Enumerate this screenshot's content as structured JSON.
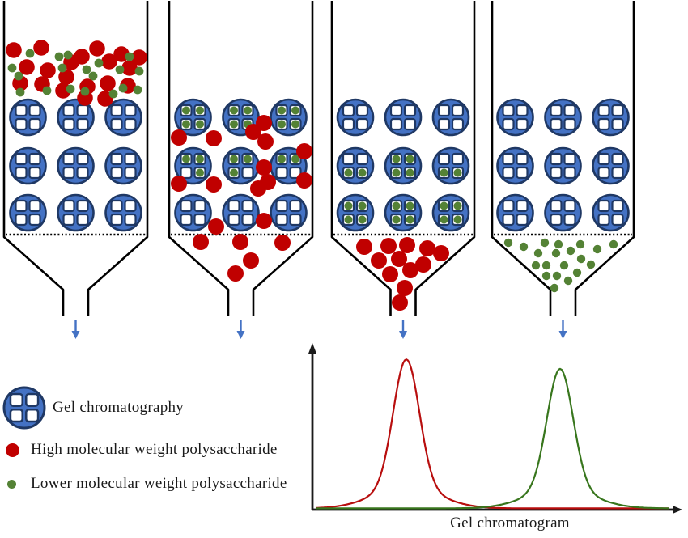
{
  "colors": {
    "red_particle": "#C00000",
    "green_particle": "#548235",
    "bead_fill": "#4472C4",
    "bead_border": "#1F3864",
    "bead_window_fill": "#FFFFFF",
    "wall_line": "#000000",
    "flow_arrow": "#4472C4",
    "axis_line": "#1A1A1A"
  },
  "legend": {
    "items": [
      {
        "icon": "gel-bead-icon",
        "label": "Gel chromatography"
      },
      {
        "icon": "red-particle-icon",
        "label": "High molecular weight polysaccharide"
      },
      {
        "icon": "green-particle-icon",
        "label": "Lower molecular weight polysaccharide"
      }
    ]
  },
  "columns": [
    {
      "stage": 1,
      "x_left": 5,
      "x_right": 182,
      "top_mixture": {
        "red": [
          [
            17,
            62
          ],
          [
            51,
            59
          ],
          [
            120,
            60
          ],
          [
            150,
            67
          ],
          [
            101,
            70
          ],
          [
            88,
            77
          ],
          [
            33,
            83
          ],
          [
            59,
            87
          ],
          [
            135,
            76
          ],
          [
            160,
            84
          ],
          [
            25,
            103
          ],
          [
            52,
            104
          ],
          [
            78,
            112
          ],
          [
            108,
            107
          ],
          [
            133,
            103
          ],
          [
            158,
            106
          ],
          [
            82,
            95
          ],
          [
            105,
            121
          ],
          [
            130,
            122
          ],
          [
            172,
            71
          ]
        ],
        "green": [
          [
            37,
            66
          ],
          [
            15,
            84
          ],
          [
            23,
            94
          ],
          [
            73,
            70
          ],
          [
            84,
            68
          ],
          [
            77,
            84
          ],
          [
            107,
            86
          ],
          [
            122,
            78
          ],
          [
            115,
            94
          ],
          [
            148,
            86
          ],
          [
            160,
            70
          ],
          [
            172,
            88
          ],
          [
            25,
            114
          ],
          [
            58,
            112
          ],
          [
            87,
            110
          ],
          [
            105,
            113
          ],
          [
            152,
            109
          ],
          [
            170,
            111
          ],
          [
            140,
            116
          ]
        ]
      },
      "bead_window_fills": [
        [
          [
            0,
            0,
            0,
            0
          ],
          [
            0,
            0,
            0,
            0
          ],
          [
            0,
            0,
            0,
            0
          ]
        ],
        [
          [
            0,
            0,
            0,
            0
          ],
          [
            0,
            0,
            0,
            0
          ],
          [
            0,
            0,
            0,
            0
          ]
        ],
        [
          [
            0,
            0,
            0,
            0
          ],
          [
            0,
            0,
            0,
            0
          ],
          [
            0,
            0,
            0,
            0
          ]
        ]
      ],
      "interstitial": {
        "red": [],
        "green": []
      },
      "funnel": {
        "red": [],
        "green": []
      }
    },
    {
      "stage": 2,
      "x_left": 209,
      "x_right": 386,
      "top_mixture": {
        "red": [],
        "green": []
      },
      "bead_window_fills": [
        [
          [
            1,
            1,
            1,
            1
          ],
          [
            1,
            1,
            1,
            1
          ],
          [
            1,
            1,
            1,
            1
          ]
        ],
        [
          [
            1,
            1,
            0,
            1
          ],
          [
            1,
            1,
            1,
            0
          ],
          [
            1,
            1,
            0,
            0
          ]
        ],
        [
          [
            0,
            0,
            0,
            0
          ],
          [
            0,
            0,
            0,
            0
          ],
          [
            0,
            0,
            0,
            0
          ]
        ]
      ],
      "interstitial": {
        "red": [
          [
            221,
            170
          ],
          [
            264,
            171
          ],
          [
            313,
            163
          ],
          [
            326,
            152
          ],
          [
            328,
            175
          ],
          [
            376,
            187
          ],
          [
            326,
            207
          ],
          [
            221,
            227
          ],
          [
            264,
            228
          ],
          [
            319,
            233
          ],
          [
            331,
            225
          ],
          [
            376,
            223
          ],
          [
            326,
            273
          ],
          [
            267,
            280
          ]
        ],
        "green": []
      },
      "funnel": {
        "red": [
          [
            248,
            299
          ],
          [
            297,
            299
          ],
          [
            349,
            300
          ],
          [
            310,
            322
          ],
          [
            291,
            338
          ]
        ],
        "green": []
      }
    },
    {
      "stage": 3,
      "x_left": 410,
      "x_right": 586,
      "top_mixture": {
        "red": [],
        "green": []
      },
      "bead_window_fills": [
        [
          [
            0,
            0,
            0,
            0
          ],
          [
            0,
            0,
            0,
            0
          ],
          [
            0,
            0,
            0,
            0
          ]
        ],
        [
          [
            0,
            0,
            1,
            1
          ],
          [
            1,
            1,
            1,
            1
          ],
          [
            0,
            0,
            1,
            1
          ]
        ],
        [
          [
            1,
            1,
            1,
            1
          ],
          [
            1,
            1,
            1,
            1
          ],
          [
            1,
            1,
            1,
            1
          ]
        ]
      ],
      "interstitial": {
        "red": [],
        "green": []
      },
      "funnel": {
        "red": [
          [
            450,
            305
          ],
          [
            480,
            304
          ],
          [
            503,
            303
          ],
          [
            528,
            307
          ],
          [
            545,
            313
          ],
          [
            468,
            322
          ],
          [
            493,
            320
          ],
          [
            523,
            327
          ],
          [
            482,
            339
          ],
          [
            507,
            334
          ],
          [
            500,
            356
          ],
          [
            494,
            374
          ]
        ],
        "green": []
      }
    },
    {
      "stage": 4,
      "x_left": 608,
      "x_right": 783,
      "top_mixture": {
        "red": [],
        "green": []
      },
      "bead_window_fills": [
        [
          [
            0,
            0,
            0,
            0
          ],
          [
            0,
            0,
            0,
            0
          ],
          [
            0,
            0,
            0,
            0
          ]
        ],
        [
          [
            0,
            0,
            0,
            0
          ],
          [
            0,
            0,
            0,
            0
          ],
          [
            0,
            0,
            0,
            0
          ]
        ],
        [
          [
            0,
            0,
            0,
            0
          ],
          [
            0,
            0,
            0,
            0
          ],
          [
            0,
            0,
            0,
            0
          ]
        ]
      ],
      "interstitial": {
        "red": [],
        "green": []
      },
      "funnel": {
        "red": [],
        "green": [
          [
            628,
            300
          ],
          [
            647,
            305
          ],
          [
            665,
            313
          ],
          [
            673,
            300
          ],
          [
            687,
            313
          ],
          [
            690,
            302
          ],
          [
            705,
            310
          ],
          [
            717,
            302
          ],
          [
            718,
            320
          ],
          [
            738,
            308
          ],
          [
            758,
            302
          ],
          [
            662,
            328
          ],
          [
            675,
            328
          ],
          [
            697,
            328
          ],
          [
            713,
            337
          ],
          [
            730,
            327
          ],
          [
            675,
            341
          ],
          [
            688,
            341
          ],
          [
            702,
            347
          ],
          [
            685,
            356
          ]
        ]
      }
    }
  ],
  "chart_data": {
    "type": "line",
    "title": "",
    "xlabel": "Gel chromatogram",
    "ylabel": "",
    "axes_labeled": false,
    "grid": false,
    "legend_position": "none",
    "series": [
      {
        "name": "high-molecular-weight-peak",
        "color": "#B80E0E",
        "peak_x_frac": 0.26,
        "peak_height_frac": 0.94,
        "sigma_frac": 0.036
      },
      {
        "name": "lower-molecular-weight-peak",
        "color": "#38761D",
        "peak_x_frac": 0.686,
        "peak_height_frac": 0.88,
        "sigma_frac": 0.036
      }
    ]
  }
}
